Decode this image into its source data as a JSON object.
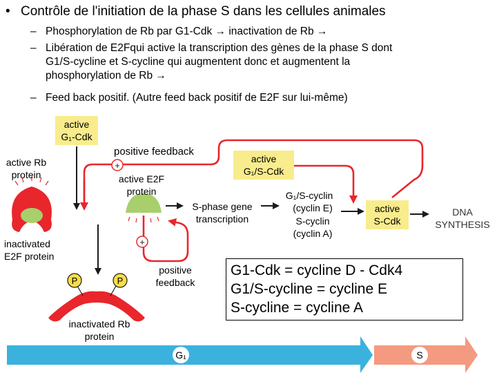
{
  "bullets": {
    "main": "Contrôle de l'initiation de la phase S dans les cellules animales",
    "items": [
      {
        "dash": "–",
        "lines": [
          "Phosphorylation de Rb par G1-Cdk → inactivation de Rb →"
        ]
      },
      {
        "dash": "–",
        "lines": [
          "Libération de E2Fqui active la transcription des gènes de la phase S dont",
          "G1/S-cycline et S-cycline qui augmentent donc et augmentent la",
          "phosphorylation de Rb →"
        ]
      },
      {
        "dash": "–",
        "lines": [
          "Feed back positif. (Autre feed back positif de E2F sur lui-même)"
        ]
      }
    ]
  },
  "diagram": {
    "active_g1_cdk": [
      "active",
      "G₁-Cdk"
    ],
    "active_rb": [
      "active Rb",
      "protein"
    ],
    "inactivated_e2f": [
      "inactivated",
      "E2F protein"
    ],
    "positive_feedback_top": "positive feedback",
    "active_g1s_cdk": [
      "active",
      "G₁/S-Cdk"
    ],
    "active_e2f": [
      "active E2F",
      "protein"
    ],
    "s_phase_gene": [
      "S-phase gene",
      "transcription"
    ],
    "cyclins": [
      "G₁/S-cyclin",
      "(cyclin E)",
      "S-cyclin",
      "(cyclin A)"
    ],
    "active_s_cdk": [
      "active",
      "S-Cdk"
    ],
    "dna_synthesis": [
      "DNA",
      "SYNTHESIS"
    ],
    "positive_feedback_bottom": [
      "positive",
      "feedback"
    ],
    "inactivated_rb": [
      "inactivated Rb",
      "protein"
    ],
    "plus_sign": "+",
    "phosphate": "P",
    "phase_g1": "G₁",
    "phase_s": "S"
  },
  "definitions": [
    "G1-Cdk = cycline D - Cdk4",
    "G1/S-cycline = cycline E",
    "S-cycline = cycline A"
  ],
  "colors": {
    "yellow_box": "#f9ec8c",
    "red": "#e8262c",
    "green": "#a8cf6c",
    "blue_arrow": "#3ab2dd",
    "salmon_arrow": "#f49a80",
    "arrow_gray": "#1a1a1a"
  }
}
